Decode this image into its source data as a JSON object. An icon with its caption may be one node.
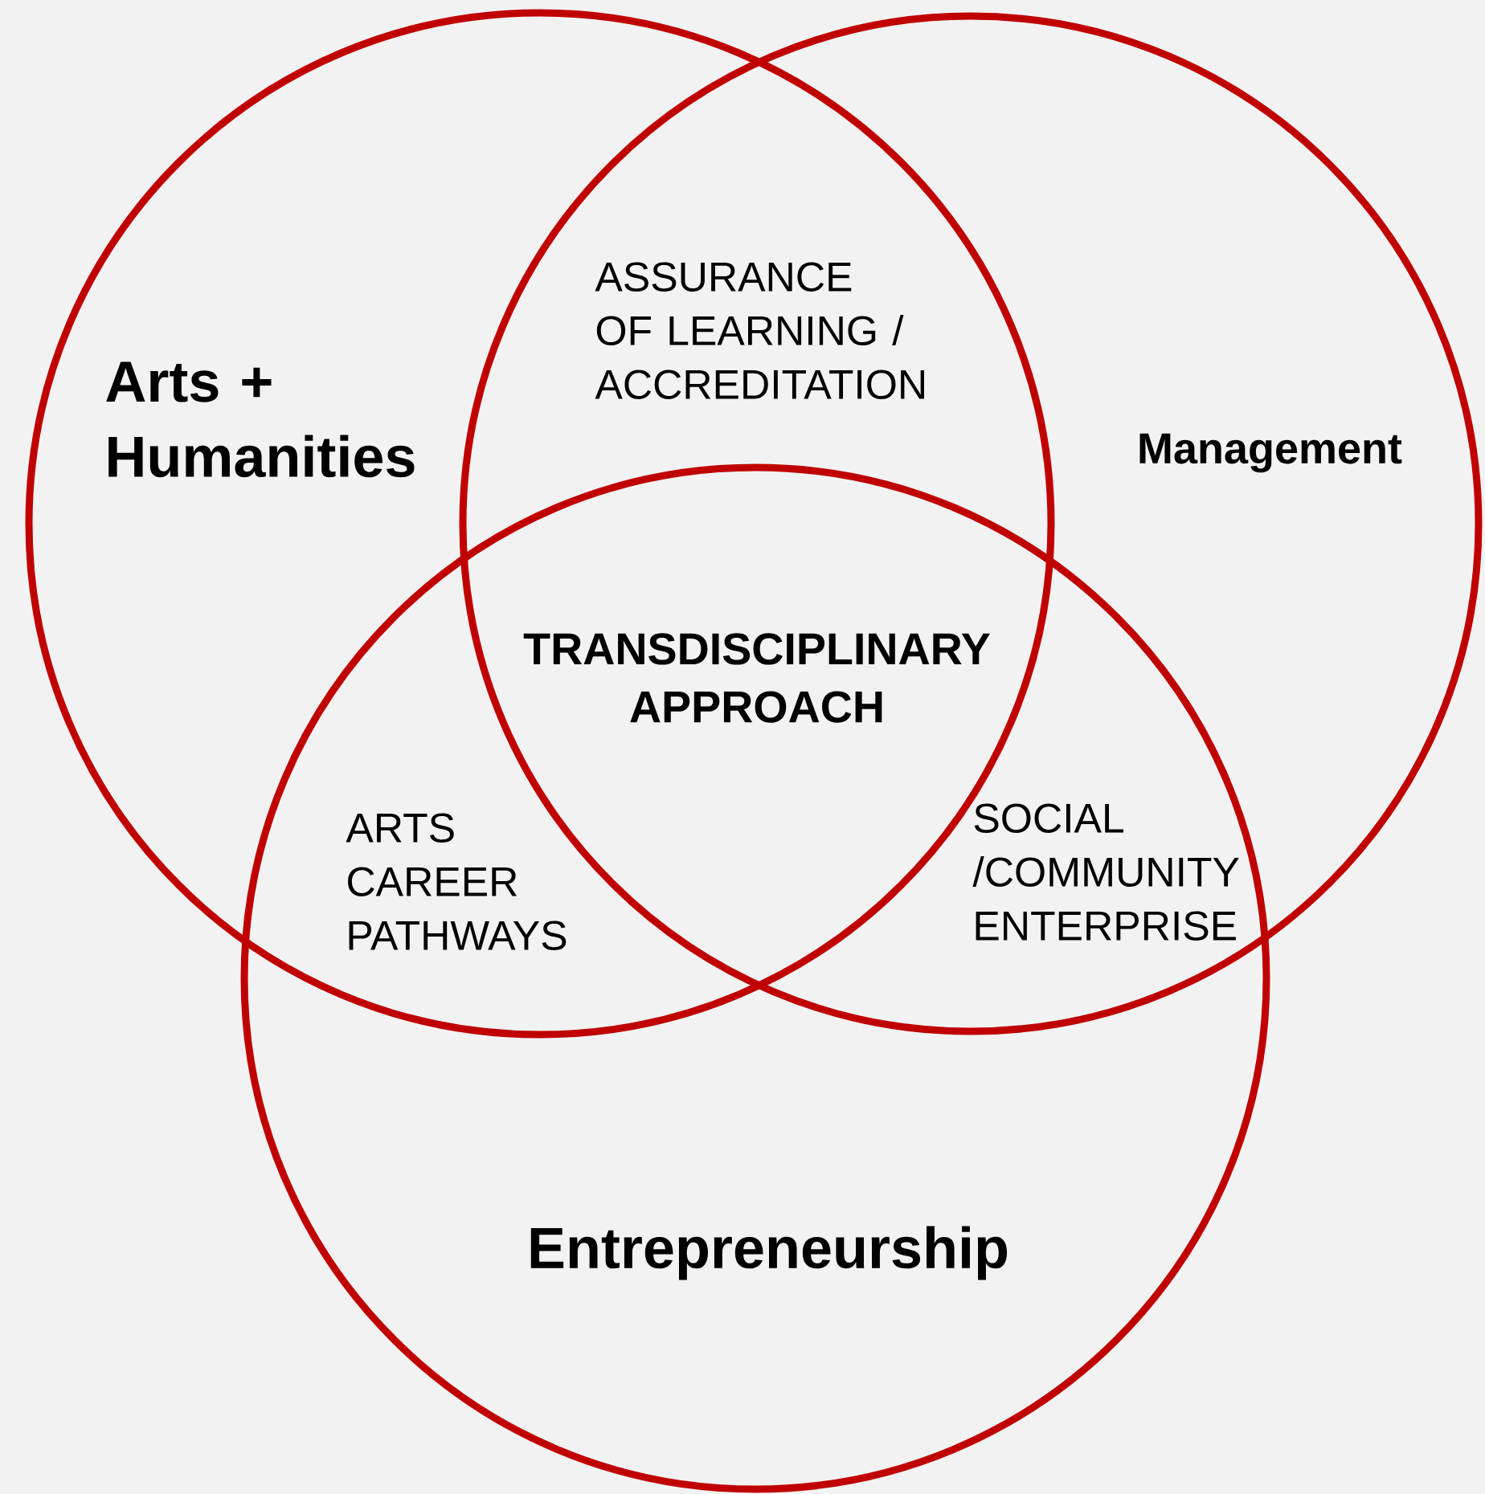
{
  "diagram": {
    "nodes": [
      {
        "text": [
          "Arts + Humanities"
        ]
      },
      {
        "text": [
          "Management"
        ]
      },
      {
        "text": [
          "Entrepreneurship"
        ]
      }
    ],
    "labels": [
      "ASSURANCE OF LEARNING / ACCREDITATION",
      "TRANSDISCIPLINARY APPROACH",
      "ARTS CAREER PATHWAYS",
      "SOCIAL /COMMUNITY ENTERPRISE"
    ]
  }
}
